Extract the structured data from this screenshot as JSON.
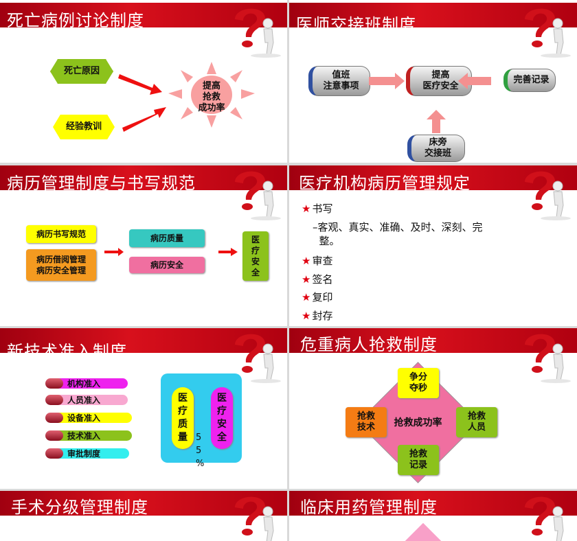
{
  "slides": [
    {
      "title": "死亡病例讨论制度",
      "nodes": {
        "cause": "死亡原因",
        "lesson": "经验教训",
        "goal": "提高\n抢救\n成功率"
      }
    },
    {
      "title": "医师交接班制度",
      "nodes": {
        "duty": "值班\n注意事项",
        "safety": "提高\n医疗安全",
        "record": "完善记录",
        "bedside": "床旁\n交接班"
      }
    },
    {
      "title": "病历管理制度与书写规范",
      "nodes": {
        "writing": "病历书写规范",
        "borrow": "病历借阅管理\n病历安全管理",
        "quality": "病历质量",
        "safe": "病历安全",
        "medical": "医\n疗\n安\n全"
      }
    },
    {
      "title": "医疗机构病历管理规定",
      "bullets": [
        "书写",
        "审查",
        "签名",
        "复印",
        "封存"
      ],
      "sub": "–客观、真实、准确、及时、深刻、完\n  整。",
      "star": "★"
    },
    {
      "title": "新技术准入制度",
      "items": [
        "机构准入",
        "人员准入",
        "设备准入",
        "技术准入",
        "审批制度"
      ],
      "left_pill": "医\n疗\n质\n量",
      "right_pill": "医\n疗\n安\n全",
      "percent": "5\n5\n%"
    },
    {
      "title": "危重病人抢救制度",
      "center": "抢救成功率",
      "top": "争分\n夺秒",
      "left": "抢救\n技术",
      "right": "抢救\n人员",
      "bottom": "抢救\n记录"
    },
    {
      "title": "手术分级管理制度"
    },
    {
      "title": "临床用药管理制度"
    }
  ],
  "colors": {
    "header": "#c8101a",
    "green": "#8cc21c",
    "yellow": "#ffff00",
    "pink": "#f06fa0",
    "orange": "#f47c14",
    "teal": "#36c8c0",
    "cyan": "#33ccee",
    "magenta": "#ee22ee"
  }
}
